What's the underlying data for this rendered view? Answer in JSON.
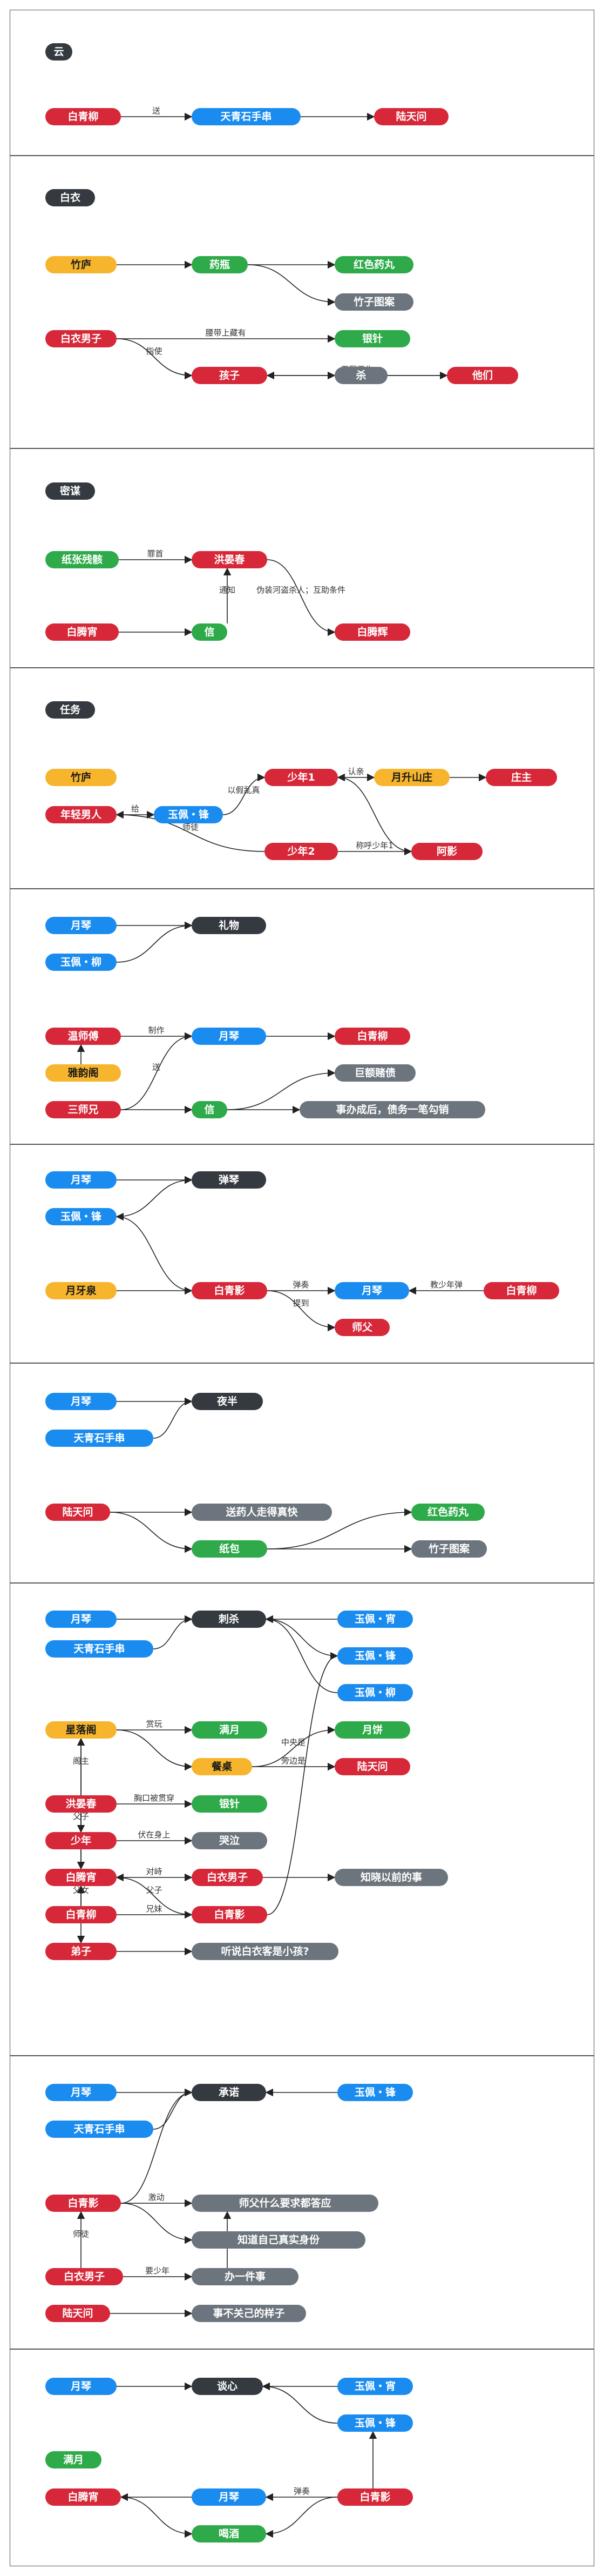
{
  "colors": {
    "red": "#d62839",
    "blue": "#1a8cf0",
    "green": "#2eaa4a",
    "yellow": "#f6b52c",
    "dark": "#343a40",
    "gray": "#6c757d"
  },
  "panels": [
    {
      "id": "p1",
      "title": "云",
      "nodes": [
        {
          "id": "a1",
          "label": "白青柳",
          "color": "red"
        },
        {
          "id": "a2",
          "label": "天青石手串",
          "color": "blue"
        },
        {
          "id": "a3",
          "label": "陆天问",
          "color": "red"
        }
      ],
      "edges": [
        {
          "from": "a1",
          "to": "a2",
          "label": "送"
        },
        {
          "from": "a2",
          "to": "a3",
          "label": ""
        }
      ]
    },
    {
      "id": "p2",
      "title": "白衣",
      "nodes": [
        {
          "id": "b1",
          "label": "竹庐",
          "color": "yellow"
        },
        {
          "id": "b2",
          "label": "药瓶",
          "color": "green"
        },
        {
          "id": "b3",
          "label": "红色药丸",
          "color": "green"
        },
        {
          "id": "b4",
          "label": "竹子图案",
          "color": "gray"
        },
        {
          "id": "b5",
          "label": "白衣男子",
          "color": "red"
        },
        {
          "id": "b6",
          "label": "银针",
          "color": "green"
        },
        {
          "id": "b7",
          "label": "孩子",
          "color": "red"
        },
        {
          "id": "b8",
          "label": "杀",
          "color": "gray"
        },
        {
          "id": "b9",
          "label": "他们",
          "color": "red"
        }
      ],
      "edges": [
        {
          "from": "b1",
          "to": "b2",
          "label": ""
        },
        {
          "from": "b2",
          "to": "b3",
          "label": ""
        },
        {
          "from": "b2",
          "to": "b4",
          "label": ""
        },
        {
          "from": "b5",
          "to": "b6",
          "label": "腰带上藏有"
        },
        {
          "from": "b5",
          "to": "b7",
          "label": "指使"
        },
        {
          "from": "b7",
          "to": "b8",
          "label": ""
        },
        {
          "from": "b8",
          "to": "b9",
          "label": ""
        },
        {
          "from": "b9",
          "to": "b7",
          "label": "无冤无仇"
        }
      ]
    },
    {
      "id": "p3",
      "title": "密谋",
      "nodes": [
        {
          "id": "c1",
          "label": "纸张残骸",
          "color": "green"
        },
        {
          "id": "c2",
          "label": "洪晏春",
          "color": "red"
        },
        {
          "id": "c3",
          "label": "白腾宵",
          "color": "red"
        },
        {
          "id": "c4",
          "label": "信",
          "color": "green"
        },
        {
          "id": "c5",
          "label": "白腾辉",
          "color": "red"
        }
      ],
      "edges": [
        {
          "from": "c1",
          "to": "c2",
          "label": "罪首"
        },
        {
          "from": "c3",
          "to": "c4",
          "label": ""
        },
        {
          "from": "c4",
          "to": "c2",
          "label": "通知"
        },
        {
          "from": "c2",
          "to": "c5",
          "label": "伪装河盗杀人；互助条件"
        }
      ]
    },
    {
      "id": "p4",
      "title": "任务",
      "nodes": [
        {
          "id": "d1",
          "label": "竹庐",
          "color": "yellow"
        },
        {
          "id": "d2",
          "label": "少年1",
          "color": "red"
        },
        {
          "id": "d3",
          "label": "月升山庄",
          "color": "yellow"
        },
        {
          "id": "d4",
          "label": "庄主",
          "color": "red"
        },
        {
          "id": "d5",
          "label": "年轻男人",
          "color": "red"
        },
        {
          "id": "d6",
          "label": "玉佩・锋",
          "color": "blue"
        },
        {
          "id": "d7",
          "label": "少年2",
          "color": "red"
        },
        {
          "id": "d8",
          "label": "阿影",
          "color": "red"
        }
      ],
      "edges": [
        {
          "from": "d5",
          "to": "d6",
          "label": "给"
        },
        {
          "from": "d6",
          "to": "d2",
          "label": "以假乱真"
        },
        {
          "from": "d2",
          "to": "d3",
          "label": "认亲"
        },
        {
          "from": "d3",
          "to": "d4",
          "label": ""
        },
        {
          "from": "d7",
          "to": "d5",
          "label": "师徒"
        },
        {
          "from": "d7",
          "to": "d8",
          "label": "称呼少年1"
        },
        {
          "from": "d8",
          "to": "d2",
          "label": ""
        }
      ]
    },
    {
      "id": "p5",
      "title": "",
      "nodes": [
        {
          "id": "e1",
          "label": "月琴",
          "color": "blue"
        },
        {
          "id": "e2",
          "label": "礼物",
          "color": "dark"
        },
        {
          "id": "e3",
          "label": "玉佩・柳",
          "color": "blue"
        },
        {
          "id": "e4",
          "label": "温师傅",
          "color": "red"
        },
        {
          "id": "e5",
          "label": "月琴",
          "color": "blue"
        },
        {
          "id": "e6",
          "label": "白青柳",
          "color": "red"
        },
        {
          "id": "e7",
          "label": "雅韵阁",
          "color": "yellow"
        },
        {
          "id": "e8",
          "label": "巨额赌债",
          "color": "gray"
        },
        {
          "id": "e9",
          "label": "三师兄",
          "color": "red"
        },
        {
          "id": "e10",
          "label": "信",
          "color": "green"
        },
        {
          "id": "e11",
          "label": "事办成后，债务一笔勾销",
          "color": "gray"
        }
      ],
      "edges": [
        {
          "from": "e1",
          "to": "e2",
          "label": ""
        },
        {
          "from": "e3",
          "to": "e2",
          "label": ""
        },
        {
          "from": "e4",
          "to": "e5",
          "label": "制作"
        },
        {
          "from": "e5",
          "to": "e6",
          "label": ""
        },
        {
          "from": "e7",
          "to": "e4",
          "label": ""
        },
        {
          "from": "e9",
          "to": "e5",
          "label": "送"
        },
        {
          "from": "e9",
          "to": "e10",
          "label": ""
        },
        {
          "from": "e10",
          "to": "e8",
          "label": ""
        },
        {
          "from": "e10",
          "to": "e11",
          "label": ""
        }
      ]
    },
    {
      "id": "p6",
      "title": "",
      "nodes": [
        {
          "id": "f1",
          "label": "月琴",
          "color": "blue"
        },
        {
          "id": "f2",
          "label": "弹琴",
          "color": "dark"
        },
        {
          "id": "f3",
          "label": "玉佩・锋",
          "color": "blue"
        },
        {
          "id": "f4",
          "label": "月牙泉",
          "color": "yellow"
        },
        {
          "id": "f5",
          "label": "白青影",
          "color": "red"
        },
        {
          "id": "f6",
          "label": "月琴",
          "color": "blue"
        },
        {
          "id": "f7",
          "label": "白青柳",
          "color": "red"
        },
        {
          "id": "f8",
          "label": "师父",
          "color": "red"
        }
      ],
      "edges": [
        {
          "from": "f1",
          "to": "f2",
          "label": ""
        },
        {
          "from": "f3",
          "to": "f2",
          "label": ""
        },
        {
          "from": "f4",
          "to": "f5",
          "label": ""
        },
        {
          "from": "f5",
          "to": "f3",
          "label": ""
        },
        {
          "from": "f5",
          "to": "f6",
          "label": "弹奏"
        },
        {
          "from": "f7",
          "to": "f6",
          "label": "教少年弹"
        },
        {
          "from": "f5",
          "to": "f8",
          "label": "提到"
        }
      ]
    },
    {
      "id": "p7",
      "title": "",
      "nodes": [
        {
          "id": "g1",
          "label": "月琴",
          "color": "blue"
        },
        {
          "id": "g2",
          "label": "夜半",
          "color": "dark"
        },
        {
          "id": "g3",
          "label": "天青石手串",
          "color": "blue"
        },
        {
          "id": "g4",
          "label": "陆天问",
          "color": "red"
        },
        {
          "id": "g5",
          "label": "送药人走得真快",
          "color": "gray"
        },
        {
          "id": "g6",
          "label": "红色药丸",
          "color": "green"
        },
        {
          "id": "g7",
          "label": "纸包",
          "color": "green"
        },
        {
          "id": "g8",
          "label": "竹子图案",
          "color": "gray"
        }
      ],
      "edges": [
        {
          "from": "g1",
          "to": "g2",
          "label": ""
        },
        {
          "from": "g3",
          "to": "g2",
          "label": ""
        },
        {
          "from": "g4",
          "to": "g5",
          "label": ""
        },
        {
          "from": "g4",
          "to": "g7",
          "label": ""
        },
        {
          "from": "g7",
          "to": "g6",
          "label": ""
        },
        {
          "from": "g7",
          "to": "g8",
          "label": ""
        }
      ]
    },
    {
      "id": "p8",
      "title": "",
      "nodes": [
        {
          "id": "h1",
          "label": "月琴",
          "color": "blue"
        },
        {
          "id": "h2",
          "label": "刺杀",
          "color": "dark"
        },
        {
          "id": "h3",
          "label": "玉佩・宵",
          "color": "blue"
        },
        {
          "id": "h4",
          "label": "天青石手串",
          "color": "blue"
        },
        {
          "id": "h5",
          "label": "玉佩・锋",
          "color": "blue"
        },
        {
          "id": "h6",
          "label": "玉佩・柳",
          "color": "blue"
        },
        {
          "id": "h7",
          "label": "星落阁",
          "color": "yellow"
        },
        {
          "id": "h8",
          "label": "满月",
          "color": "green"
        },
        {
          "id": "h9",
          "label": "月饼",
          "color": "green"
        },
        {
          "id": "h10",
          "label": "餐桌",
          "color": "yellow"
        },
        {
          "id": "h11",
          "label": "陆天问",
          "color": "red"
        },
        {
          "id": "h12",
          "label": "洪晏春",
          "color": "red"
        },
        {
          "id": "h13",
          "label": "银针",
          "color": "green"
        },
        {
          "id": "h14",
          "label": "少年",
          "color": "red"
        },
        {
          "id": "h15",
          "label": "哭泣",
          "color": "gray"
        },
        {
          "id": "h16",
          "label": "白腾宵",
          "color": "red"
        },
        {
          "id": "h17",
          "label": "白衣男子",
          "color": "red"
        },
        {
          "id": "h18",
          "label": "知晓以前的事",
          "color": "gray"
        },
        {
          "id": "h19",
          "label": "白青柳",
          "color": "red"
        },
        {
          "id": "h20",
          "label": "白青影",
          "color": "red"
        },
        {
          "id": "h21",
          "label": "弟子",
          "color": "red"
        },
        {
          "id": "h22",
          "label": "听说白衣客是小孩?",
          "color": "gray"
        }
      ],
      "edges": [
        {
          "from": "h1",
          "to": "h2",
          "label": ""
        },
        {
          "from": "h4",
          "to": "h2",
          "label": ""
        },
        {
          "from": "h3",
          "to": "h2",
          "label": ""
        },
        {
          "from": "h5",
          "to": "h2",
          "label": ""
        },
        {
          "from": "h6",
          "to": "h2",
          "label": ""
        },
        {
          "from": "h7",
          "to": "h8",
          "label": "赏玩"
        },
        {
          "from": "h7",
          "to": "h10",
          "label": ""
        },
        {
          "from": "h10",
          "to": "h9",
          "label": "中央是"
        },
        {
          "from": "h10",
          "to": "h11",
          "label": "旁边是"
        },
        {
          "from": "h12",
          "to": "h7",
          "label": "阁主"
        },
        {
          "from": "h12",
          "to": "h13",
          "label": "胸口被贯穿"
        },
        {
          "from": "h12",
          "to": "h14",
          "label": "父子"
        },
        {
          "from": "h14",
          "to": "h15",
          "label": "伏在身上"
        },
        {
          "from": "h16",
          "to": "h17",
          "label": "对峙"
        },
        {
          "from": "h17",
          "to": "h18",
          "label": ""
        },
        {
          "from": "h19",
          "to": "h16",
          "label": "父女"
        },
        {
          "from": "h20",
          "to": "h16",
          "label": "父子"
        },
        {
          "from": "h19",
          "to": "h20",
          "label": "兄妹"
        },
        {
          "from": "h20",
          "to": "h5",
          "label": ""
        },
        {
          "from": "h21",
          "to": "h22",
          "label": ""
        },
        {
          "from": "h7",
          "to": "h21",
          "label": ""
        },
        {
          "from": "h12",
          "to": "h16",
          "label": ""
        }
      ]
    },
    {
      "id": "p9",
      "title": "",
      "nodes": [
        {
          "id": "i1",
          "label": "月琴",
          "color": "blue"
        },
        {
          "id": "i2",
          "label": "承诺",
          "color": "dark"
        },
        {
          "id": "i3",
          "label": "玉佩・锋",
          "color": "blue"
        },
        {
          "id": "i4",
          "label": "天青石手串",
          "color": "blue"
        },
        {
          "id": "i5",
          "label": "白青影",
          "color": "red"
        },
        {
          "id": "i6",
          "label": "师父什么要求都答应",
          "color": "gray"
        },
        {
          "id": "i7",
          "label": "知道自己真实身份",
          "color": "gray"
        },
        {
          "id": "i8",
          "label": "白衣男子",
          "color": "red"
        },
        {
          "id": "i9",
          "label": "办一件事",
          "color": "gray"
        },
        {
          "id": "i10",
          "label": "陆天问",
          "color": "red"
        },
        {
          "id": "i11",
          "label": "事不关己的样子",
          "color": "gray"
        }
      ],
      "edges": [
        {
          "from": "i1",
          "to": "i2",
          "label": ""
        },
        {
          "from": "i4",
          "to": "i2",
          "label": ""
        },
        {
          "from": "i3",
          "to": "i2",
          "label": ""
        },
        {
          "from": "i5",
          "to": "i2",
          "label": ""
        },
        {
          "from": "i5",
          "to": "i6",
          "label": "激动"
        },
        {
          "from": "i5",
          "to": "i7",
          "label": ""
        },
        {
          "from": "i8",
          "to": "i5",
          "label": "师徒"
        },
        {
          "from": "i8",
          "to": "i9",
          "label": "要少年"
        },
        {
          "from": "i9",
          "to": "i6",
          "label": ""
        },
        {
          "from": "i10",
          "to": "i11",
          "label": ""
        }
      ]
    },
    {
      "id": "p10",
      "title": "",
      "nodes": [
        {
          "id": "j1",
          "label": "月琴",
          "color": "blue"
        },
        {
          "id": "j2",
          "label": "谈心",
          "color": "dark"
        },
        {
          "id": "j3",
          "label": "玉佩・宵",
          "color": "blue"
        },
        {
          "id": "j4",
          "label": "玉佩・锋",
          "color": "blue"
        },
        {
          "id": "j5",
          "label": "满月",
          "color": "green"
        },
        {
          "id": "j6",
          "label": "白腾宵",
          "color": "red"
        },
        {
          "id": "j7",
          "label": "月琴",
          "color": "blue"
        },
        {
          "id": "j8",
          "label": "白青影",
          "color": "red"
        },
        {
          "id": "j9",
          "label": "喝酒",
          "color": "green"
        }
      ],
      "edges": [
        {
          "from": "j1",
          "to": "j2",
          "label": ""
        },
        {
          "from": "j3",
          "to": "j2",
          "label": ""
        },
        {
          "from": "j4",
          "to": "j2",
          "label": ""
        },
        {
          "from": "j8",
          "to": "j4",
          "label": ""
        },
        {
          "from": "j8",
          "to": "j7",
          "label": "弹奏"
        },
        {
          "from": "j7",
          "to": "j6",
          "label": ""
        },
        {
          "from": "j6",
          "to": "j9",
          "label": ""
        },
        {
          "from": "j8",
          "to": "j9",
          "label": ""
        }
      ]
    }
  ]
}
